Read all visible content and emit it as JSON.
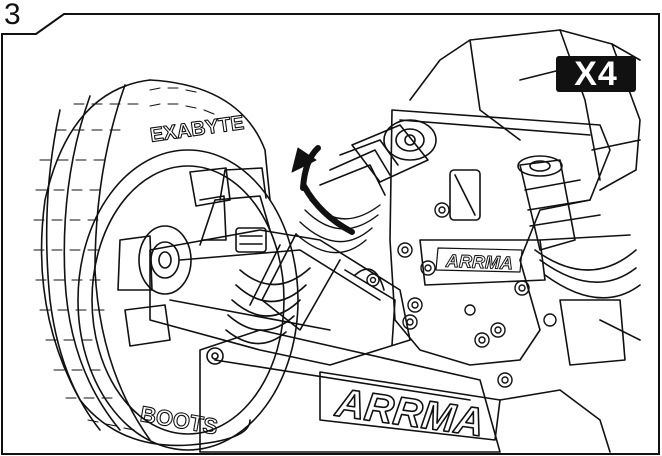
{
  "step": {
    "number": "3"
  },
  "badge": {
    "label": "X4"
  },
  "tire": {
    "sidewall_brand": "EXABYTE",
    "sidewall_model": "BOOTS"
  },
  "chassis": {
    "logo": "ARRMA"
  },
  "bumper": {
    "logo": "ARRMA"
  },
  "colors": {
    "line": "#111111",
    "background": "#ffffff",
    "badge_bg": "#111111",
    "badge_text": "#ffffff"
  }
}
